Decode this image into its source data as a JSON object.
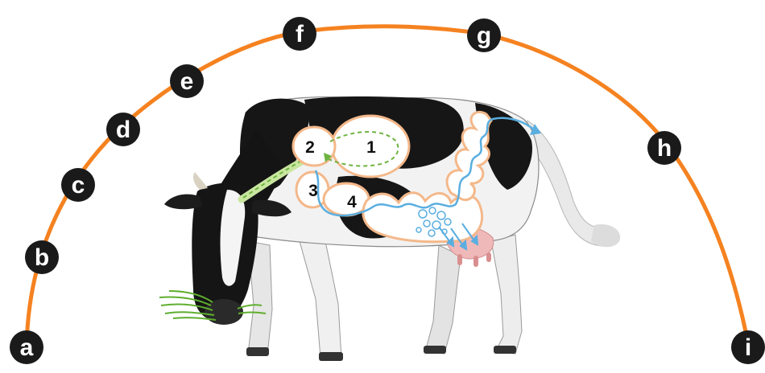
{
  "diagram": {
    "arc_color": "#f58220",
    "marker_color": "#1a1a1a",
    "marker_text_color": "#ffffff",
    "flow_color_feed": "#8cc63f",
    "flow_color_digesta": "#5aaee0",
    "stomach_outline": "#f4b88a",
    "arc_markers": [
      {
        "label": "a"
      },
      {
        "label": "b"
      },
      {
        "label": "c"
      },
      {
        "label": "d"
      },
      {
        "label": "e"
      },
      {
        "label": "f"
      },
      {
        "label": "g"
      },
      {
        "label": "h"
      },
      {
        "label": "i"
      }
    ],
    "stomach_compartments": [
      {
        "label": "1"
      },
      {
        "label": "2"
      },
      {
        "label": "3"
      },
      {
        "label": "4"
      }
    ]
  }
}
